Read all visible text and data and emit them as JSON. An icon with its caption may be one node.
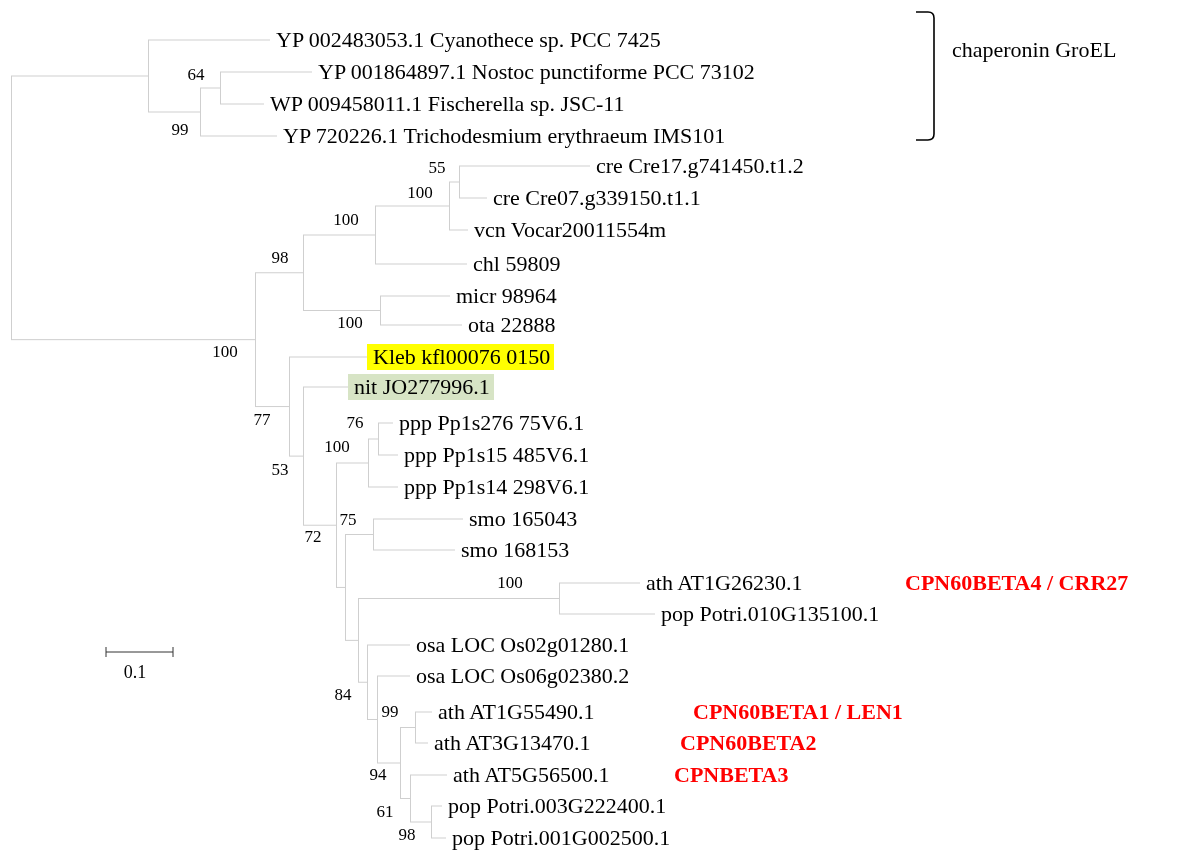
{
  "diagram": {
    "nodes": [
      {
        "text": [],
        "shape": "line"
      },
      {
        "text": [],
        "shape": "line"
      },
      {
        "text": [
          "YP 002483053.1 Cyanothece sp. PCC 7425"
        ]
      },
      {
        "text": [],
        "shape": "line",
        "beside": [
          "99"
        ]
      },
      {
        "text": [],
        "shape": "line",
        "beside": [
          "64"
        ]
      },
      {
        "text": [
          "YP 001864897.1 Nostoc punctiforme PCC 73102"
        ]
      },
      {
        "text": [
          "WP 009458011.1 Fischerella sp. JSC-11"
        ]
      },
      {
        "text": [
          "YP 720226.1 Trichodesmium erythraeum IMS101"
        ]
      },
      {
        "text": [],
        "shape": "line",
        "beside": [
          "100"
        ]
      },
      {
        "text": [],
        "shape": "line",
        "beside": [
          "98"
        ]
      },
      {
        "text": [],
        "shape": "line",
        "beside": [
          "100"
        ]
      },
      {
        "text": [],
        "shape": "line",
        "beside": [
          "100"
        ]
      },
      {
        "text": [],
        "shape": "line",
        "beside": [
          "55"
        ]
      },
      {
        "text": [
          "cre Cre17.g741450.t1.2"
        ]
      },
      {
        "text": [
          "cre Cre07.g339150.t1.1"
        ]
      },
      {
        "text": [
          "vcn Vocar20011554m"
        ]
      },
      {
        "text": [
          "chl 59809"
        ]
      },
      {
        "text": [],
        "shape": "line",
        "beside": [
          "100"
        ]
      },
      {
        "text": [
          "micr 98964"
        ]
      },
      {
        "text": [
          "ota 22888"
        ]
      },
      {
        "text": [],
        "shape": "line"
      },
      {
        "text": [
          "Kleb kfl00076 0150"
        ]
      },
      {
        "text": [],
        "shape": "line",
        "beside": [
          "53"
        ]
      },
      {
        "text": [
          "nit JO277996.1"
        ]
      },
      {
        "text": [],
        "shape": "line",
        "beside": [
          "72"
        ]
      },
      {
        "text": [],
        "shape": "line",
        "beside": [
          "100"
        ]
      },
      {
        "text": [],
        "shape": "line",
        "beside": [
          "76"
        ]
      },
      {
        "text": [
          "ppp Pp1s276 75V6.1"
        ]
      },
      {
        "text": [
          "ppp Pp1s15 485V6.1"
        ]
      },
      {
        "text": [
          "ppp Pp1s14 298V6.1"
        ]
      },
      {
        "text": [],
        "shape": "line"
      },
      {
        "text": [],
        "shape": "line"
      },
      {
        "text": [
          "smo 165043"
        ]
      },
      {
        "text": [
          "smo 168153"
        ]
      },
      {
        "text": [],
        "shape": "line"
      },
      {
        "text": [],
        "shape": "line"
      },
      {
        "text": [
          "ath AT1G26230.1"
        ]
      },
      {
        "text": [
          "pop Potri.010G135100.1"
        ]
      },
      {
        "text": [],
        "shape": "line",
        "beside": [
          "84"
        ]
      },
      {
        "text": [
          "osa LOC Os02g01280.1"
        ]
      },
      {
        "text": [],
        "shape": "line"
      },
      {
        "text": [
          "osa LOC Os06g02380.2"
        ]
      },
      {
        "text": [],
        "shape": "line",
        "beside": [
          "94"
        ]
      },
      {
        "text": [],
        "shape": "line"
      },
      {
        "text": [
          "ath AT1G55490.1"
        ]
      },
      {
        "text": [
          "ath AT3G13470.1"
        ]
      },
      {
        "text": [],
        "shape": "line",
        "beside": [
          "61"
        ]
      },
      {
        "text": [
          "ath AT5G56500.1"
        ]
      },
      {
        "text": [],
        "shape": "line",
        "beside": [
          "98"
        ]
      },
      {
        "text": [
          "pop Potri.003G222400.1"
        ]
      },
      {
        "text": [
          "pop Potri.001G002500.1"
        ]
      }
    ],
    "edges": [
      {
        "from": 0,
        "to": 1,
        "arrow": "none"
      },
      {
        "from": 0,
        "to": 8,
        "arrow": "none"
      },
      {
        "from": 1,
        "to": 2,
        "arrow": "none"
      },
      {
        "from": 1,
        "to": 3,
        "arrow": "none"
      },
      {
        "from": 3,
        "to": 4,
        "arrow": "none"
      },
      {
        "from": 3,
        "to": 7,
        "arrow": "none"
      },
      {
        "from": 4,
        "to": 5,
        "arrow": "none"
      },
      {
        "from": 4,
        "to": 6,
        "arrow": "none"
      },
      {
        "from": 8,
        "to": 9,
        "arrow": "none"
      },
      {
        "from": 8,
        "to": 20,
        "arrow": "none"
      },
      {
        "from": 9,
        "to": 10,
        "arrow": "none"
      },
      {
        "from": 9,
        "to": 17,
        "arrow": "none"
      },
      {
        "from": 10,
        "to": 11,
        "arrow": "none"
      },
      {
        "from": 10,
        "to": 16,
        "arrow": "none"
      },
      {
        "from": 11,
        "to": 12,
        "arrow": "none"
      },
      {
        "from": 11,
        "to": 15,
        "arrow": "none"
      },
      {
        "from": 12,
        "to": 13,
        "arrow": "none"
      },
      {
        "from": 12,
        "to": 14,
        "arrow": "none"
      },
      {
        "from": 17,
        "to": 18,
        "arrow": "none"
      },
      {
        "from": 17,
        "to": 19,
        "arrow": "none"
      },
      {
        "from": 20,
        "to": 21,
        "arrow": "none"
      },
      {
        "from": 20,
        "to": 22,
        "arrow": "none"
      },
      {
        "from": 22,
        "to": 23,
        "arrow": "none"
      },
      {
        "from": 22,
        "to": 24,
        "arrow": "none"
      },
      {
        "from": 24,
        "to": 25,
        "arrow": "none"
      },
      {
        "from": 24,
        "to": 30,
        "arrow": "none"
      },
      {
        "from": 25,
        "to": 26,
        "arrow": "none"
      },
      {
        "from": 25,
        "to": 29,
        "arrow": "none"
      },
      {
        "from": 26,
        "to": 27,
        "arrow": "none"
      },
      {
        "from": 26,
        "to": 28,
        "arrow": "none"
      },
      {
        "from": 30,
        "to": 31,
        "arrow": "none"
      },
      {
        "from": 30,
        "to": 34,
        "arrow": "none"
      },
      {
        "from": 31,
        "to": 32,
        "arrow": "none"
      },
      {
        "from": 31,
        "to": 33,
        "arrow": "none"
      },
      {
        "from": 34,
        "to": 35,
        "arrow": "none"
      },
      {
        "from": 34,
        "to": 38,
        "arrow": "none"
      },
      {
        "from": 35,
        "to": 36,
        "arrow": "none"
      },
      {
        "from": 35,
        "to": 37,
        "arrow": "none"
      },
      {
        "from": 38,
        "to": 39,
        "arrow": "none"
      },
      {
        "from": 38,
        "to": 40,
        "arrow": "none"
      },
      {
        "from": 40,
        "to": 41,
        "arrow": "none"
      },
      {
        "from": 40,
        "to": 42,
        "arrow": "none"
      },
      {
        "from": 42,
        "to": 43,
        "arrow": "none"
      },
      {
        "from": 42,
        "to": 46,
        "arrow": "none"
      },
      {
        "from": 43,
        "to": 44,
        "arrow": "none"
      },
      {
        "from": 43,
        "to": 45,
        "arrow": "none"
      },
      {
        "from": 46,
        "to": 47,
        "arrow": "none"
      },
      {
        "from": 46,
        "to": 48,
        "arrow": "none"
      },
      {
        "from": 48,
        "to": 49,
        "arrow": "none"
      },
      {
        "from": 48,
        "to": 50,
        "arrow": "none"
      }
    ],
    "labels": [
      "chaperonin GroEL",
      "77",
      "75",
      "100",
      "CPN60BETA4 / CRR27",
      "0.1",
      "99",
      "CPN60BETA1 / LEN1",
      "CPN60BETA2",
      "CPNBETA3"
    ]
  }
}
